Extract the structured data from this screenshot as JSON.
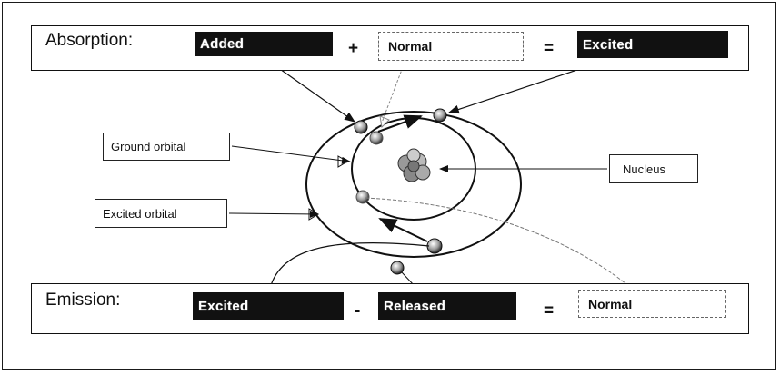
{
  "absorption": {
    "title": "Absorption:",
    "term1": "Added",
    "op1": "+",
    "term2": "Normal",
    "op2": "=",
    "result": "Excited"
  },
  "emission": {
    "title": "Emission:",
    "term1": "Excited",
    "op1": "-",
    "term2": "Released",
    "op2": "=",
    "result": "Normal"
  },
  "labels": {
    "ground_orbital": "Ground orbital",
    "excited_orbital": "Excited orbital",
    "nucleus": "Nucleus"
  },
  "colors": {
    "ink": "#111111",
    "dark_box": "#111111",
    "nucleus": "#9a9a9a"
  }
}
